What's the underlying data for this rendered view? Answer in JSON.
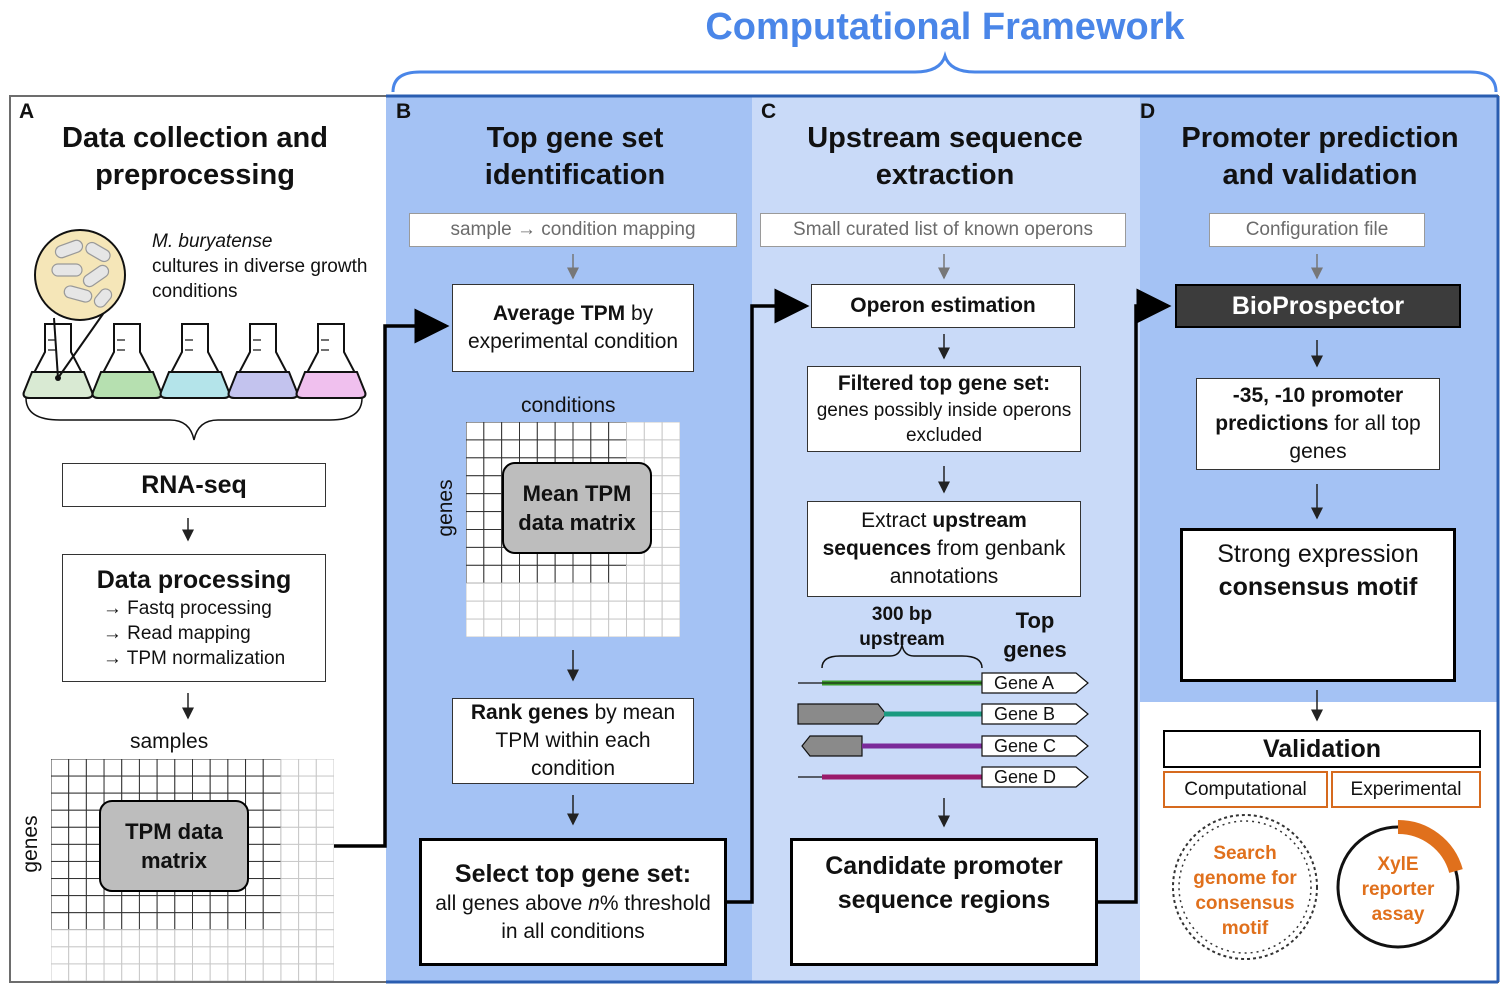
{
  "framework": {
    "title": "Computational Framework"
  },
  "panels": {
    "A": {
      "letter": "A",
      "title": "Data collection and preprocessing",
      "culture_species": "M. buryatense",
      "culture_text": "cultures in diverse growth conditions",
      "rnaseq": "RNA-seq",
      "processing_title": "Data processing",
      "processing_steps": [
        "→ Fastq processing",
        "→ Read mapping",
        "→ TPM normalization"
      ],
      "samples_label": "samples",
      "genes_label": "genes",
      "matrix_label": "TPM data matrix"
    },
    "B": {
      "letter": "B",
      "title": "Top gene set identification",
      "input": "sample → condition mapping",
      "avg_bold": "Average TPM",
      "avg_rest": "by experimental condition",
      "conditions_label": "conditions",
      "genes_label": "genes",
      "matrix_label": "Mean TPM data matrix",
      "rank_bold": "Rank genes",
      "rank_rest": "by mean TPM within each condition",
      "select_title": "Select top gene set:",
      "select_pre": "all genes above ",
      "select_var": "n",
      "select_post": "% threshold in all conditions"
    },
    "C": {
      "letter": "C",
      "title": "Upstream sequence extraction",
      "input": "Small curated list of known operons",
      "operon": "Operon estimation",
      "filtered_title": "Filtered top gene set:",
      "filtered_text": "genes possibly inside operons excluded",
      "extract_pre": "Extract ",
      "extract_bold": "upstream sequences",
      "extract_post": " from genbank annotations",
      "upstream_label": "300 bp upstream",
      "top_genes_label": "Top genes",
      "genes": [
        "Gene A",
        "Gene B",
        "Gene C",
        "Gene D"
      ],
      "candidate_title": "Candidate promoter sequence regions"
    },
    "D": {
      "letter": "D",
      "title": "Promoter prediction and validation",
      "input": "Configuration file",
      "tool": "BioProspector",
      "pred_bold": "-35, -10 promoter predictions",
      "pred_rest": " for all top genes",
      "motif_pre": "Strong expression",
      "motif_bold": "consensus motif",
      "validation": "Validation",
      "computational": "Computational",
      "experimental": "Experimental",
      "search_text": "Search genome for consensus motif",
      "assay_text": "XylE reporter assay"
    }
  },
  "colors": {
    "panel_b": "#a4c2f4",
    "panel_c": "#c9daf8",
    "accent_blue": "#4a86e8",
    "orange": "#e0701c",
    "bioprospector": "#3c3c3c",
    "flask_fills": [
      "#d9ead3",
      "#b6e0b0",
      "#b4e4ea",
      "#c3c3ee",
      "#f0c0ee"
    ],
    "gene_colors": [
      "#3a9c2b",
      "#1a9a80",
      "#7a2a9a",
      "#9a1a6a"
    ]
  }
}
